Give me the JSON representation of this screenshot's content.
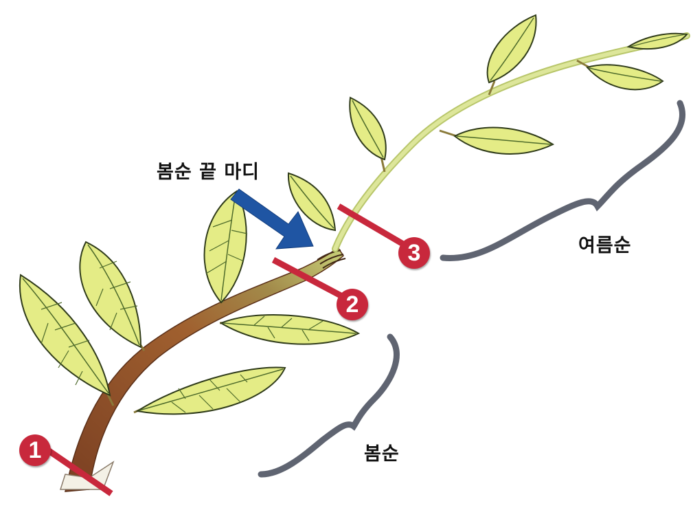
{
  "colors": {
    "leaf_fill": "#e4ec86",
    "leaf_vein": "#4d6a2a",
    "spring_stem": "#9a5530",
    "summer_stem": "#cfd98a",
    "cut_marker": "#c8283c",
    "arrow": "#1f55a3",
    "brace": "#5f6471"
  },
  "labels": {
    "spring_tip_node": "봄순 끝 마디",
    "summer_shoot": "여름순",
    "spring_shoot": "봄순"
  },
  "markers": [
    {
      "number": "1"
    },
    {
      "number": "2"
    },
    {
      "number": "3"
    }
  ]
}
